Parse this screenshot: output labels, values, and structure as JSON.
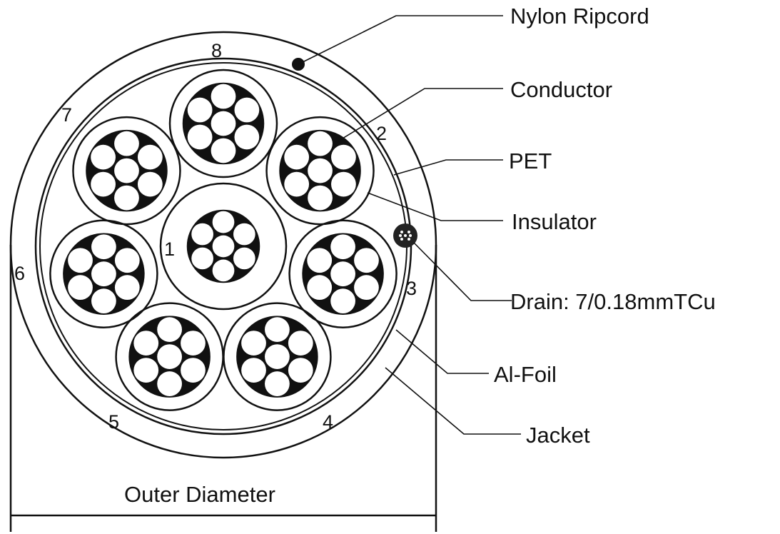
{
  "diagram": {
    "title": "Cable cross-section",
    "core_count": 8,
    "strands_per_conductor": 7,
    "core_numbers": [
      "1",
      "2",
      "3",
      "4",
      "5",
      "6",
      "7",
      "8"
    ],
    "labels": {
      "ripcord": "Nylon Ripcord",
      "conductor": "Conductor",
      "pet": "PET",
      "insulator": "Insulator",
      "drain": "Drain: 7/0.18mmTCu",
      "foil": "Al-Foil",
      "jacket": "Jacket"
    },
    "dimension_label": "Outer Diameter",
    "colors": {
      "line": "#111111",
      "background": "#ffffff"
    }
  }
}
